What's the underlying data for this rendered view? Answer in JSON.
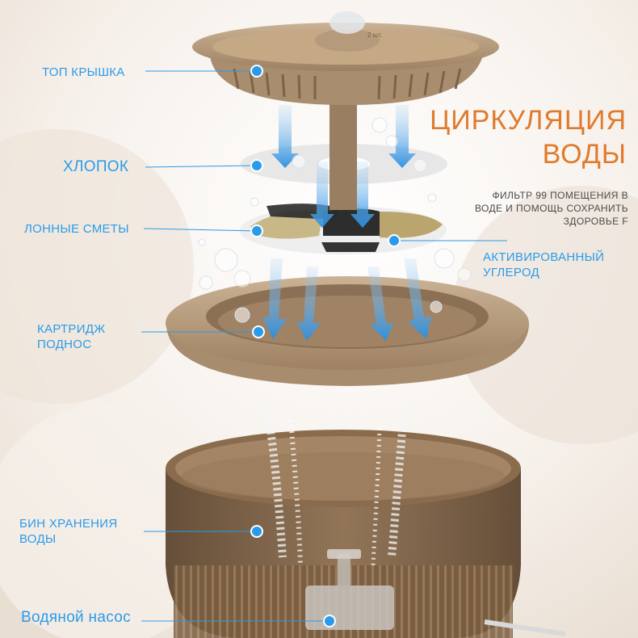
{
  "title": "ЦИРКУЛЯЦИЯ\nВОДЫ",
  "description": "ФИЛЬТР 99 ПОМЕЩЕНИЯ В\nВОДЕ И ПОМОЩЬ СОХРАНИТЬ\nЗДОРОВЬЕ F",
  "lid_marking": "2 шт.",
  "labels": {
    "top_lid": "ТОП КРЫШКА",
    "cotton": "ХЛОПОК",
    "ion_resin": "ЛОННЫЕ СМЕТЫ",
    "activated_carbon": "АКТИВИРОВАННЫЙ\nУГЛЕРОД",
    "cartridge_tray": "КАРТРИДЖ\nПОДНОС",
    "storage_bin": "БИН ХРАНЕНИЯ\nВОДЫ",
    "water_pump": "Водяной насос"
  },
  "colors": {
    "accent_blue": "#2a9be8",
    "title_orange": "#e07a2c",
    "product_tan": "#b69a7c",
    "product_tan_dark": "#8c7055",
    "bin_brown": "#7a5d40",
    "background": "#f3ebe3"
  }
}
